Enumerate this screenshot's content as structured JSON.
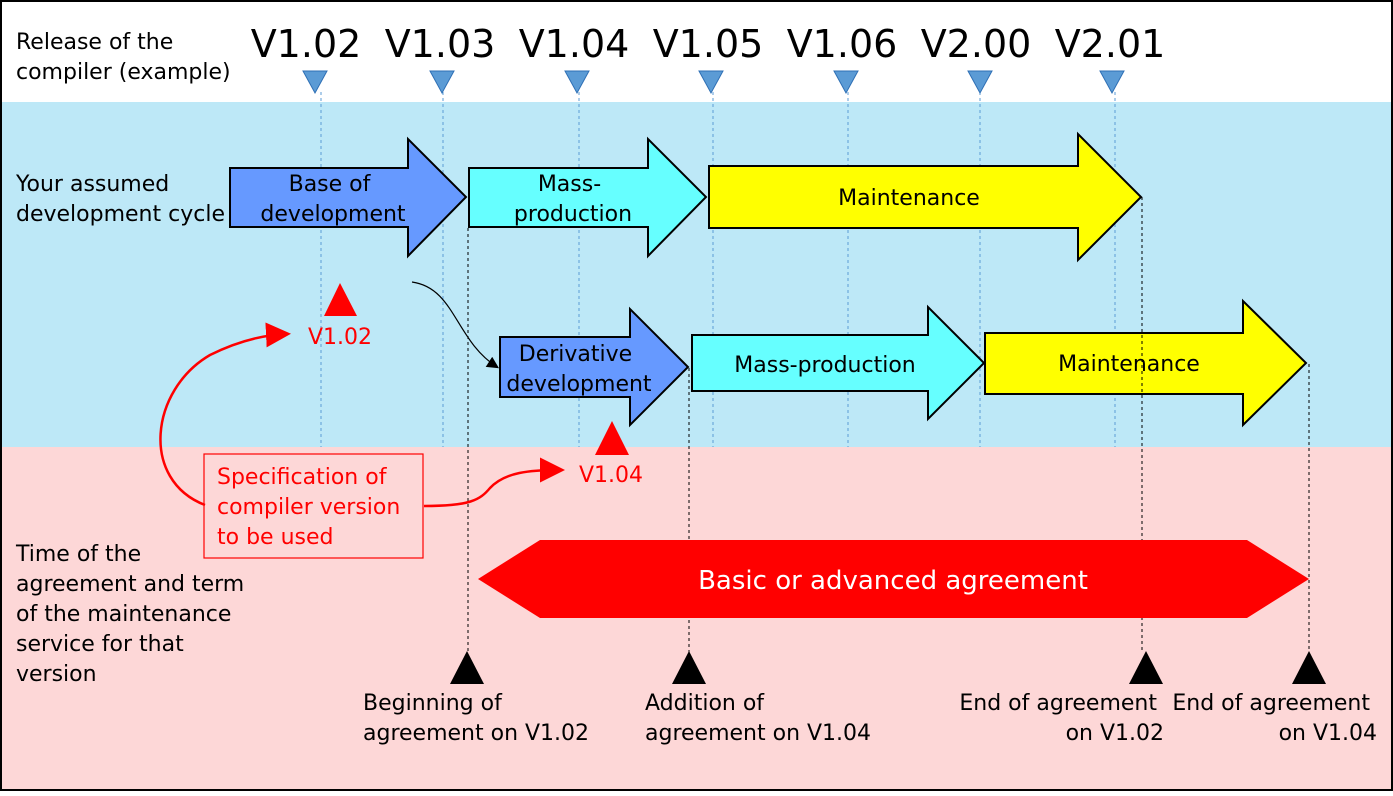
{
  "header": {
    "release_label": [
      "Release of the",
      "compiler (example)"
    ],
    "versions": [
      "V1.02",
      "V1.03",
      "V1.04",
      "V1.05",
      "V1.06",
      "V2.00",
      "V2.01"
    ]
  },
  "cycle": {
    "label": [
      "Your assumed",
      "development cycle"
    ],
    "main_row": {
      "base": [
        "Base of",
        "development"
      ],
      "mass": [
        "Mass-",
        "production"
      ],
      "maintenance": "Maintenance"
    },
    "derivative_row": {
      "derivative": [
        "Derivative",
        "development"
      ],
      "mass": "Mass-production",
      "maintenance": "Maintenance"
    },
    "pinned_versions": [
      "V1.02",
      "V1.04"
    ]
  },
  "agreement": {
    "label": [
      "Time of the",
      "agreement and term",
      "of the maintenance",
      "service for that",
      "version"
    ],
    "spec_box": [
      "Specification of",
      "compiler version",
      "to be used"
    ],
    "bar_label": "Basic or advanced agreement",
    "milestones": [
      [
        "Beginning of",
        "agreement on V1.02"
      ],
      [
        "Addition of",
        "agreement on V1.04"
      ],
      [
        "End of agreement",
        "on V1.02"
      ],
      [
        "End of agreement",
        "on V1.04"
      ]
    ]
  },
  "colors": {
    "band_blue": "#bde8f7",
    "band_pink": "#fdd7d7",
    "arrow_blue": "#6699ff",
    "arrow_cyan": "#66ffff",
    "arrow_yellow": "#ffff00",
    "marker_blue": "#5b9bd5",
    "accent_red": "#ff0000"
  }
}
